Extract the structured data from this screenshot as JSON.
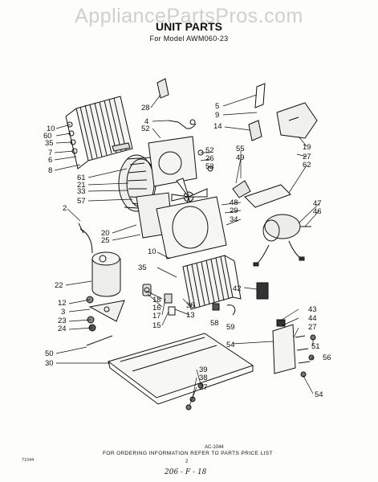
{
  "watermark": "AppliancePartsPros.com",
  "title": "UNIT PARTS",
  "subtitle": "For Model AWM060-23",
  "drawing_code": "AC-1044",
  "footer": "FOR ORDERING INFORMATION REFER TO PARTS PRICE LIST",
  "page_number": "2",
  "left_code": "71044",
  "handwritten": "206 - F - 18",
  "callouts": [
    "10",
    "60",
    "35",
    "7",
    "6",
    "8",
    "61",
    "21",
    "33",
    "57",
    "2",
    "20",
    "25",
    "28",
    "4",
    "52",
    "52",
    "26",
    "53",
    "55",
    "49",
    "5",
    "9",
    "14",
    "19",
    "27",
    "62",
    "48",
    "29",
    "34",
    "47",
    "46",
    "10",
    "35",
    "22",
    "12",
    "3",
    "23",
    "24",
    "18",
    "16",
    "17",
    "15",
    "36",
    "13",
    "58",
    "59",
    "42",
    "43",
    "44",
    "27",
    "51",
    "56",
    "54",
    "54",
    "50",
    "30",
    "39",
    "38",
    "27"
  ]
}
